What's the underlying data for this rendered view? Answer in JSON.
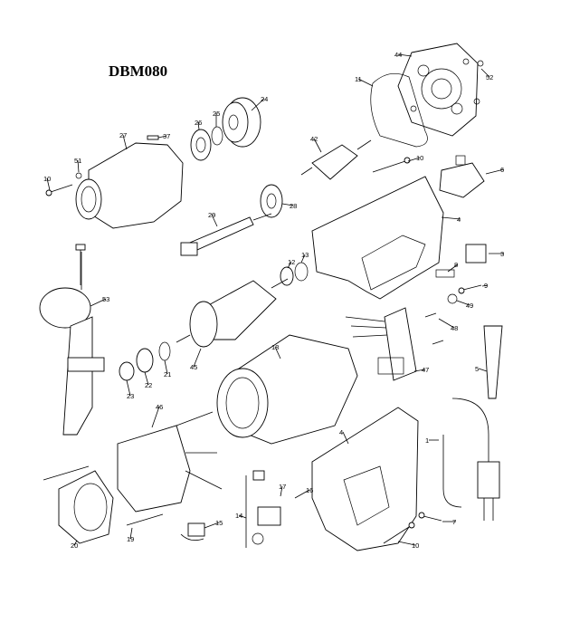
{
  "diagram": {
    "title": "DBM080",
    "parts": [
      {
        "id": "p1",
        "label": "1"
      },
      {
        "id": "p3",
        "label": "3"
      },
      {
        "id": "p4a",
        "label": "4"
      },
      {
        "id": "p4b",
        "label": "4"
      },
      {
        "id": "p5",
        "label": "5"
      },
      {
        "id": "p6",
        "label": "6"
      },
      {
        "id": "p7",
        "label": "7"
      },
      {
        "id": "p8",
        "label": "8"
      },
      {
        "id": "p9",
        "label": "9"
      },
      {
        "id": "p10a",
        "label": "10"
      },
      {
        "id": "p10b",
        "label": "10"
      },
      {
        "id": "p10c",
        "label": "10"
      },
      {
        "id": "p11",
        "label": "11"
      },
      {
        "id": "p12",
        "label": "12"
      },
      {
        "id": "p13",
        "label": "13"
      },
      {
        "id": "p14",
        "label": "14"
      },
      {
        "id": "p15",
        "label": "15"
      },
      {
        "id": "p16",
        "label": "16"
      },
      {
        "id": "p17",
        "label": "17"
      },
      {
        "id": "p18",
        "label": "18"
      },
      {
        "id": "p19",
        "label": "19"
      },
      {
        "id": "p20",
        "label": "20"
      },
      {
        "id": "p21",
        "label": "21"
      },
      {
        "id": "p22",
        "label": "22"
      },
      {
        "id": "p23",
        "label": "23"
      },
      {
        "id": "p24",
        "label": "24"
      },
      {
        "id": "p25",
        "label": "25"
      },
      {
        "id": "p26",
        "label": "26"
      },
      {
        "id": "p27",
        "label": "27"
      },
      {
        "id": "p28",
        "label": "28"
      },
      {
        "id": "p29",
        "label": "29"
      },
      {
        "id": "p37",
        "label": "37"
      },
      {
        "id": "p42",
        "label": "42"
      },
      {
        "id": "p44",
        "label": "44"
      },
      {
        "id": "p45",
        "label": "45"
      },
      {
        "id": "p46",
        "label": "46"
      },
      {
        "id": "p47",
        "label": "47"
      },
      {
        "id": "p48",
        "label": "48"
      },
      {
        "id": "p49",
        "label": "49"
      },
      {
        "id": "p51",
        "label": "51"
      },
      {
        "id": "p52",
        "label": "52"
      },
      {
        "id": "p53",
        "label": "53"
      }
    ]
  }
}
